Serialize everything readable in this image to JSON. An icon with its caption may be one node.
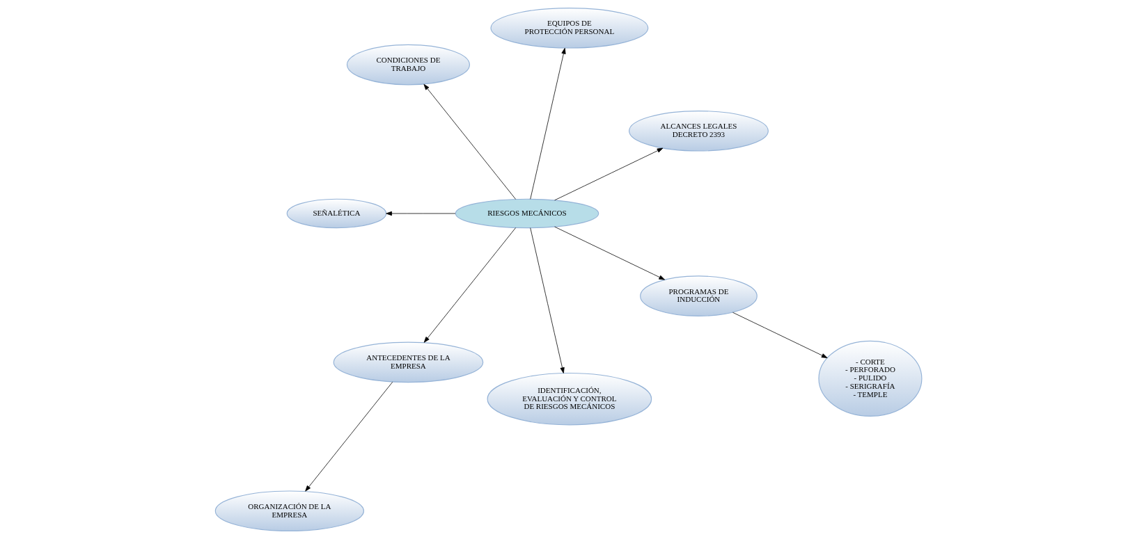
{
  "diagram": {
    "nodes": [
      {
        "text": [
          "ALCANCES LEGALES DECRETO 2393"
        ]
      },
      {
        "text": [
          "EQUIPOS DE PROTECCIÓN PERSONAL"
        ]
      },
      {
        "text": [
          "CONDICIONES DE TRABAJO"
        ]
      },
      {
        "text": [
          "ORGANIZACIÓN DE LA EMPRESA"
        ]
      },
      {
        "text": [
          "SEÑALÉTICA"
        ]
      },
      {
        "text": [
          "ANTECEDENTES DE LA EMPRESA"
        ]
      },
      {
        "text": [
          "RIESGOS MECÁNICOS"
        ]
      },
      {
        "text": [
          "IDENTIFICACIÓN, EVALUACIÓN Y CONTROL DE RIESGOS MECÁNICOS"
        ]
      },
      {
        "text": [
          "PROGRAMAS DE INDUCCIÓN"
        ]
      },
      {
        "text": [
          "- CORTE",
          "- PERFORADO",
          "- PULIDO",
          "- SERIGRAFÍA",
          "- TEMPLE"
        ]
      }
    ],
    "edges": [
      {
        "from": 6,
        "to": 0,
        "arrow": "to"
      },
      {
        "from": 6,
        "to": 1,
        "arrow": "to"
      },
      {
        "from": 6,
        "to": 2,
        "arrow": "to"
      },
      {
        "from": 5,
        "to": 3,
        "arrow": "to"
      },
      {
        "from": 6,
        "to": 4,
        "arrow": "to"
      },
      {
        "from": 6,
        "to": 5,
        "arrow": "to"
      },
      {
        "from": 6,
        "to": 7,
        "arrow": "to"
      },
      {
        "from": 6,
        "to": 8,
        "arrow": "to"
      },
      {
        "from": 8,
        "to": 9,
        "arrow": "to"
      }
    ]
  }
}
